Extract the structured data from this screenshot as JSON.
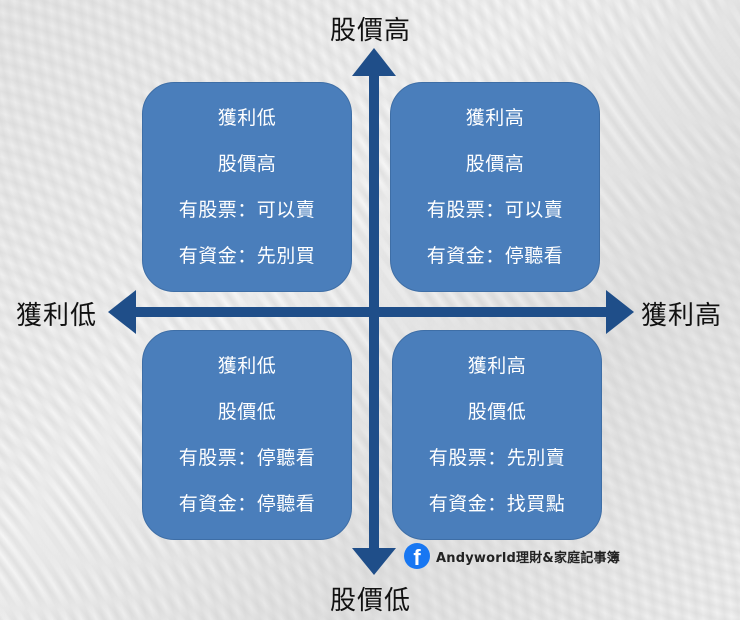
{
  "axes": {
    "top": "股價高",
    "bottom": "股價低",
    "left": "獲利低",
    "right": "獲利高",
    "color": "#1f4e89"
  },
  "quadrants": {
    "top_left": {
      "lines": [
        "獲利低",
        "股價高",
        "有股票：可以賣",
        "有資金：先別買"
      ]
    },
    "top_right": {
      "lines": [
        "獲利高",
        "股價高",
        "有股票：可以賣",
        "有資金：停聽看"
      ]
    },
    "bottom_left": {
      "lines": [
        "獲利低",
        "股價低",
        "有股票：停聽看",
        "有資金：停聽看"
      ]
    },
    "bottom_right": {
      "lines": [
        "獲利高",
        "股價低",
        "有股票：先別賣",
        "有資金：找買點"
      ]
    },
    "box_color": "#4a7ebb"
  },
  "credit": {
    "icon": "facebook-icon",
    "text": "Andyworld理財&家庭記事簿"
  }
}
